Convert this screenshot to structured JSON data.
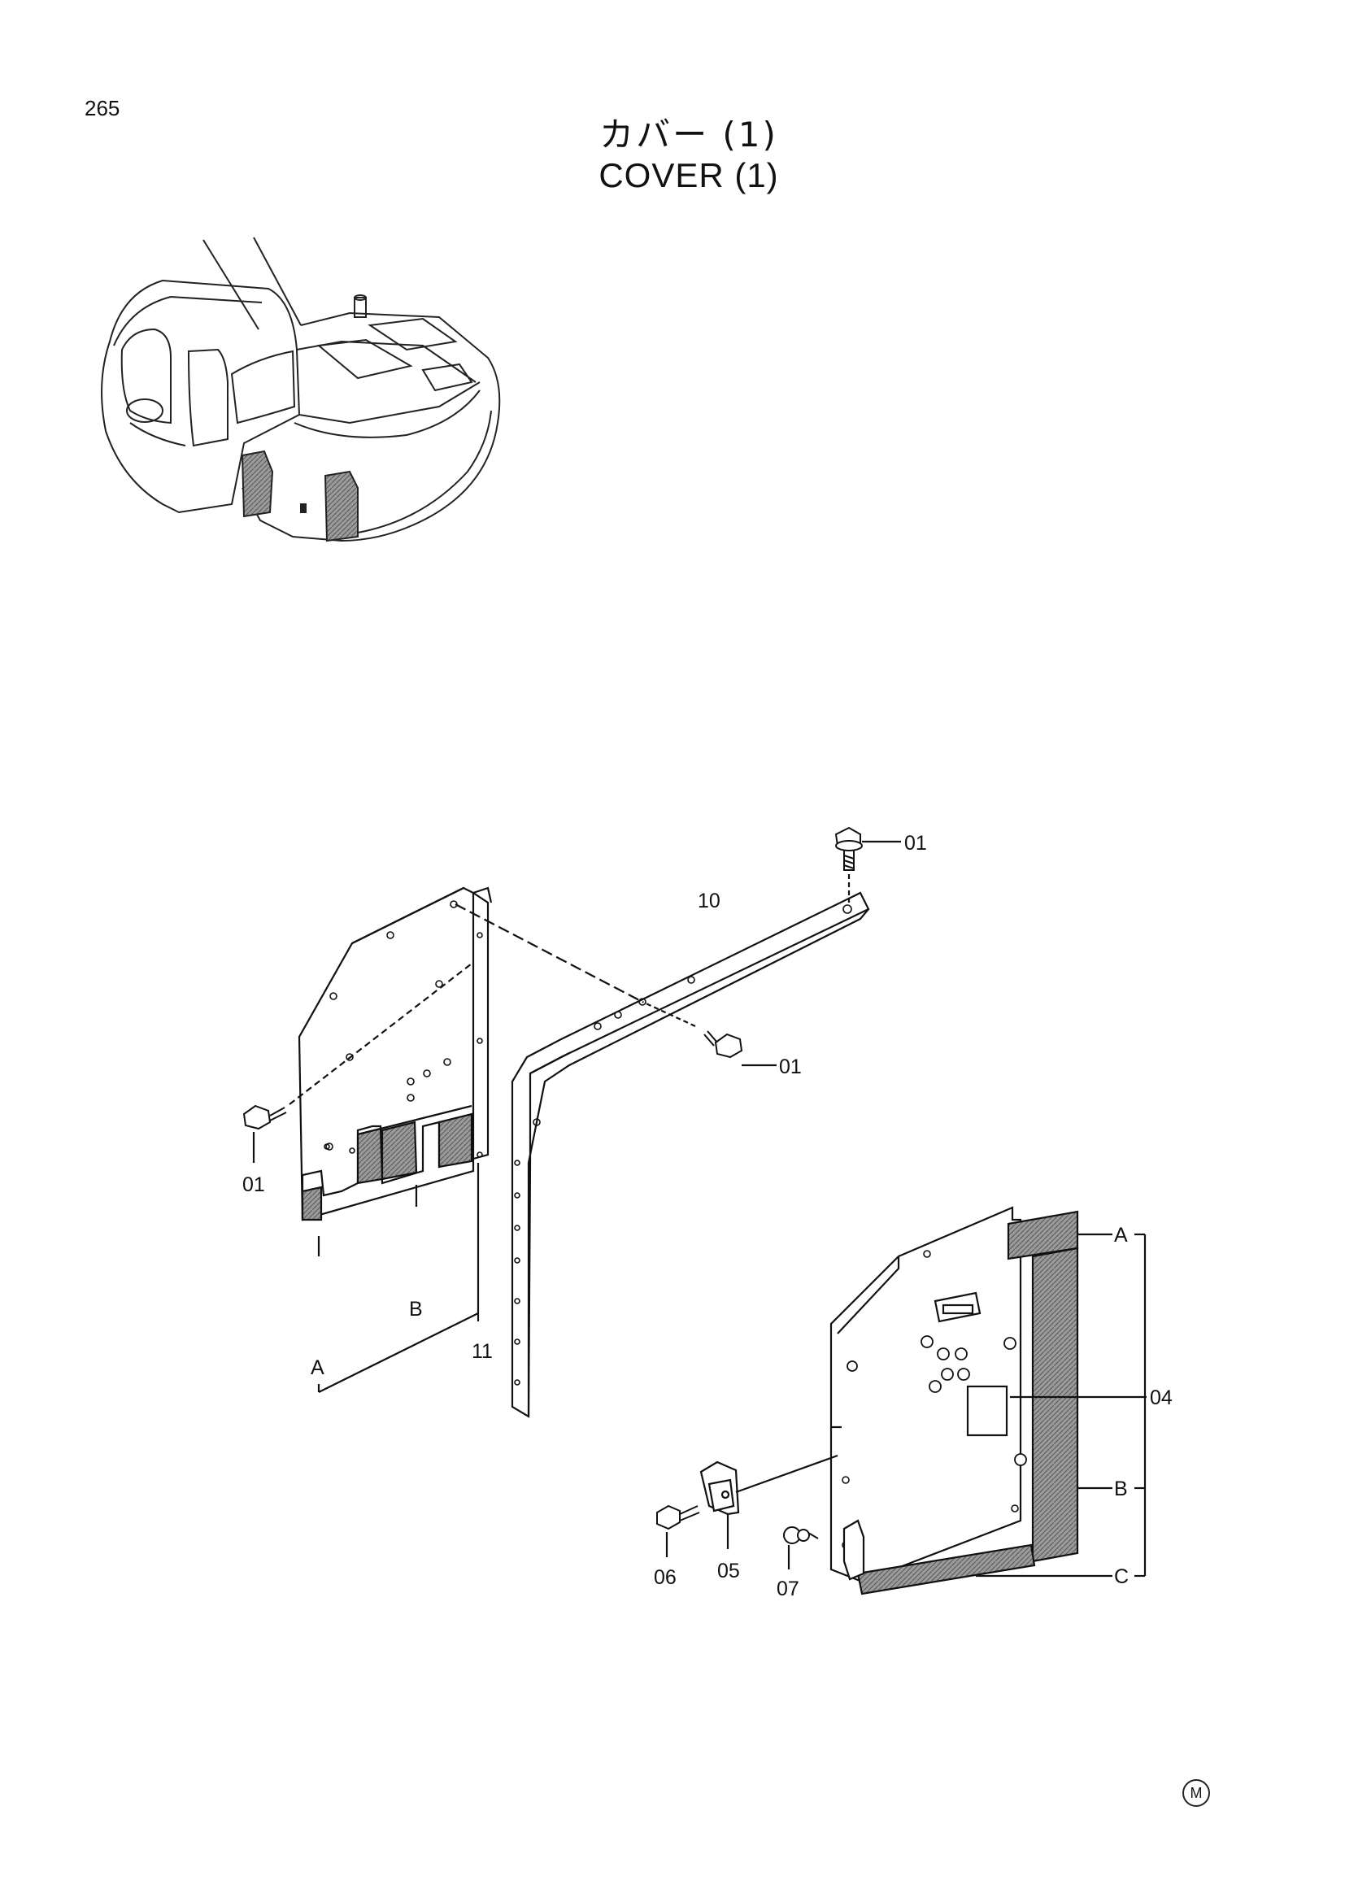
{
  "page": {
    "number": "265",
    "title_jp": "カバー (1)",
    "title_en": "COVER (1)",
    "mark": "M"
  },
  "callouts": {
    "bolt_top": "01",
    "bar": "10",
    "bolt_mid": "01",
    "bolt_left": "01",
    "panel_left": "11",
    "left_a": "A",
    "left_b": "B",
    "right_a": "A",
    "right_panel": "04",
    "right_b": "B",
    "right_c": "C",
    "bolt_06": "06",
    "bracket_05": "05",
    "bolt_07": "07"
  }
}
